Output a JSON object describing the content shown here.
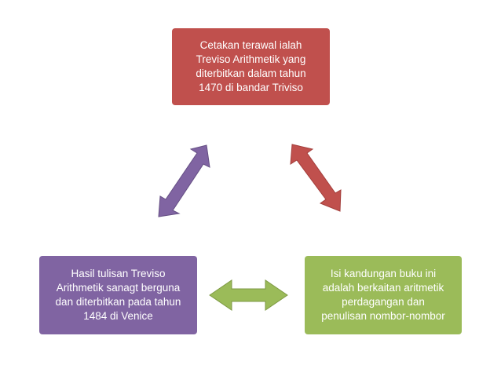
{
  "boxes": {
    "top": {
      "lines": [
        "Cetakan terawal ialah",
        "Treviso Arithmetik yang",
        "diterbitkan dalam tahun",
        "1470 di bandar Triviso"
      ],
      "color": "#c0504d"
    },
    "right": {
      "lines": [
        "Isi kandungan buku ini",
        "adalah berkaitan aritmetik",
        "perdagangan dan",
        "penulisan nombor-nombor"
      ],
      "color": "#9bbb59"
    },
    "left": {
      "lines": [
        "Hasil tulisan Treviso",
        "Arithmetik  sanagt berguna",
        "dan diterbitkan pada tahun",
        "1484 di Venice"
      ],
      "color": "#8064a2"
    }
  },
  "arrows": {
    "top_right": {
      "color": "#c0504d",
      "stroke": "#a33e3b"
    },
    "bottom": {
      "color": "#9bbb59",
      "stroke": "#7e9a44"
    },
    "left_top": {
      "color": "#8064a2",
      "stroke": "#654f84"
    }
  }
}
